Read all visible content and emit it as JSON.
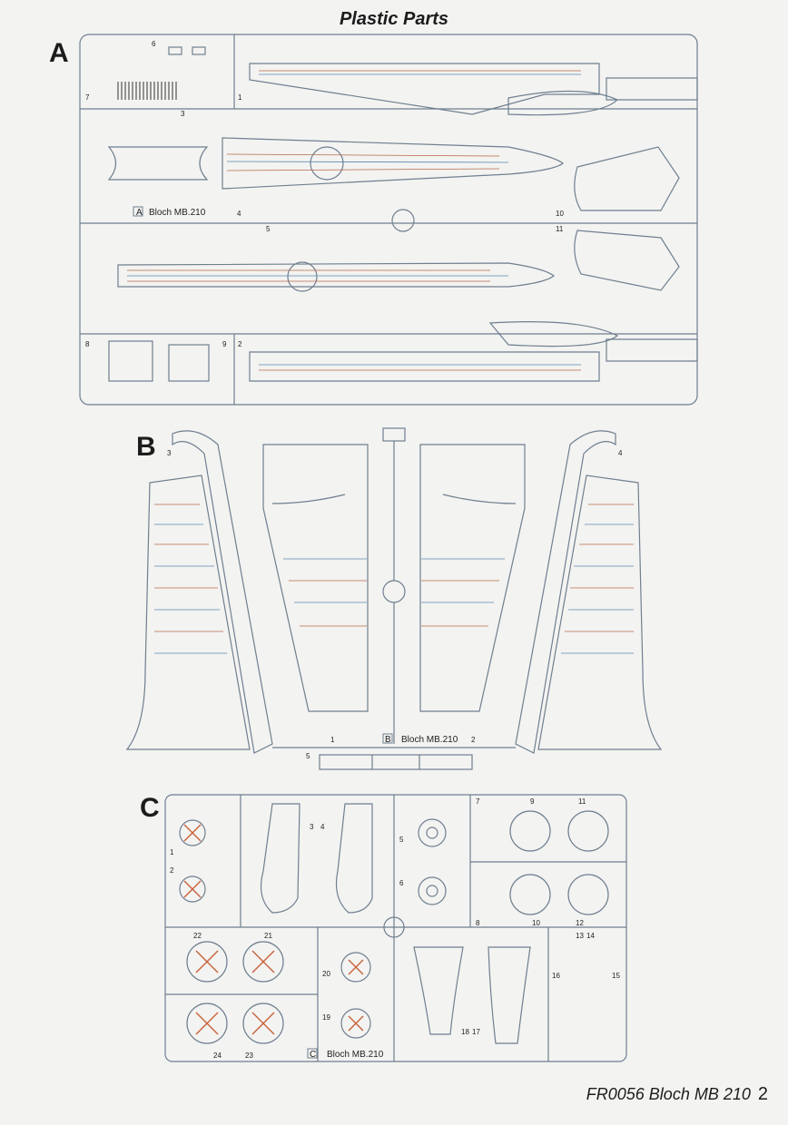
{
  "title": "Plastic Parts",
  "footer": {
    "text": "FR0056 Bloch MB 210",
    "page": "2"
  },
  "sprues": [
    {
      "letter": "A",
      "label": "Bloch MB.210",
      "part_numbers": [
        "1",
        "2",
        "3",
        "4",
        "5",
        "6",
        "7",
        "8",
        "9",
        "10",
        "11"
      ]
    },
    {
      "letter": "B",
      "label": "Bloch MB.210",
      "part_numbers": [
        "1",
        "2",
        "3",
        "4",
        "5"
      ]
    },
    {
      "letter": "C",
      "label": "Bloch MB.210",
      "part_numbers": [
        "1",
        "2",
        "3",
        "4",
        "5",
        "6",
        "7",
        "8",
        "9",
        "10",
        "11",
        "12",
        "13",
        "14",
        "15",
        "16",
        "17",
        "18",
        "19",
        "20",
        "21",
        "22",
        "23",
        "24"
      ]
    }
  ],
  "colors": {
    "line": "#6f7f8f",
    "ink": "#1c1c1c",
    "accent_orange": "#c8623a",
    "accent_blue": "#5a88b0"
  }
}
